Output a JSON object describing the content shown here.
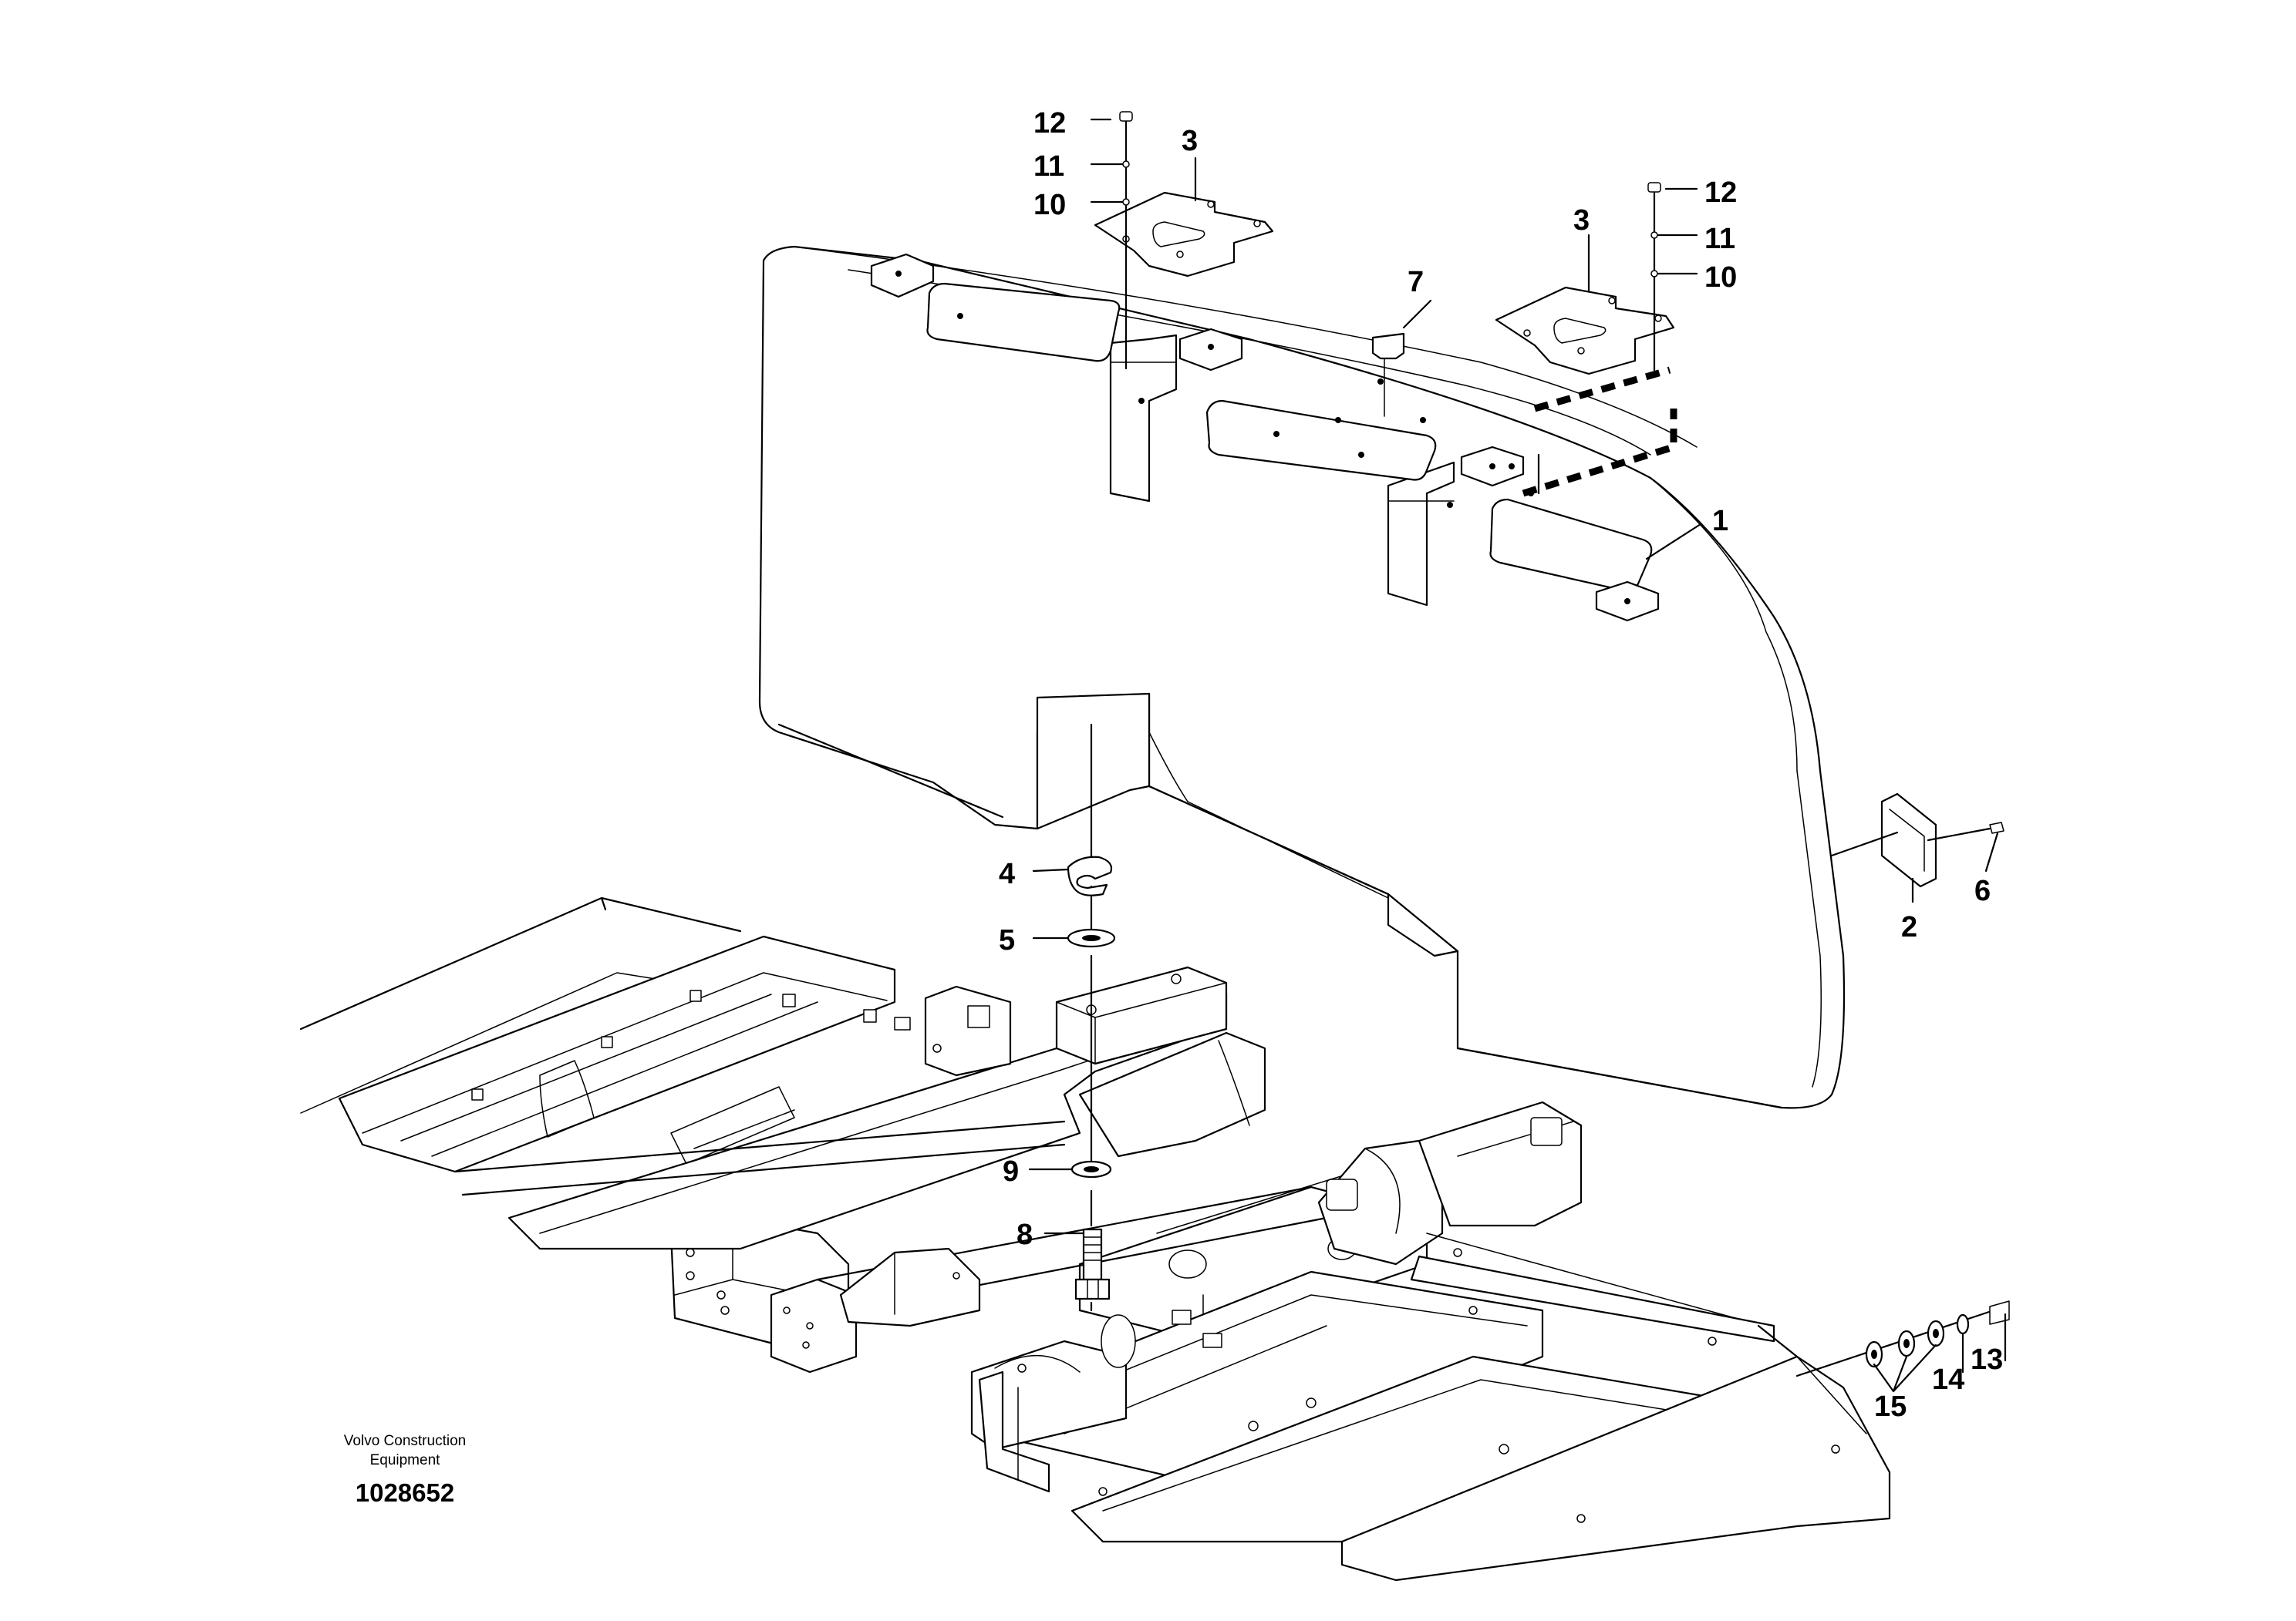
{
  "callouts": [
    "1",
    "2",
    "3",
    "3",
    "4",
    "5",
    "6",
    "7",
    "8",
    "9",
    "10",
    "10",
    "11",
    "11",
    "12",
    "12",
    "13",
    "14",
    "15"
  ],
  "brand": {
    "line1": "Volvo Construction",
    "line2": "Equipment"
  },
  "doc_number": "1028652"
}
